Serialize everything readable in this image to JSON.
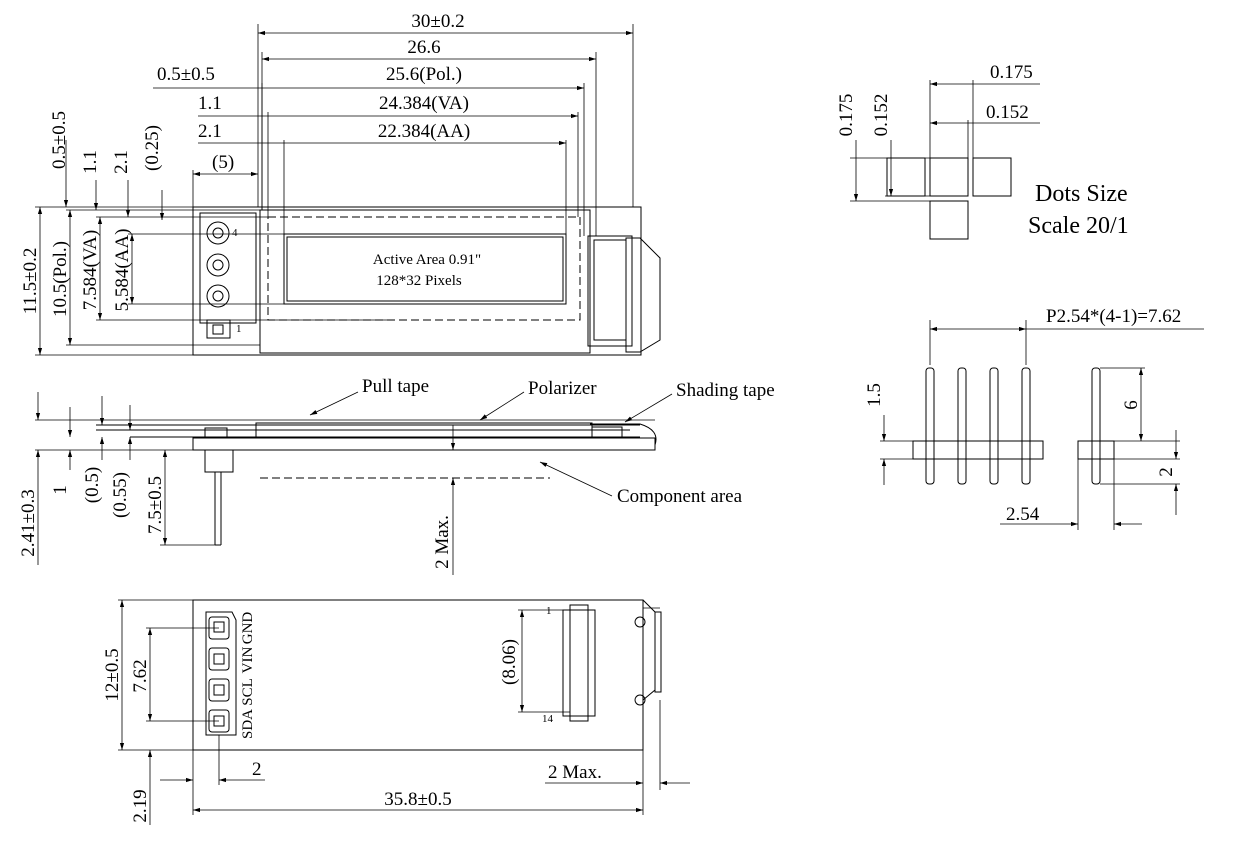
{
  "front_view": {
    "dim_width_total": "30±0.2",
    "dim_26_6": "26.6",
    "dim_pol_width": "25.6(Pol.)",
    "dim_va_width": "24.384(VA)",
    "dim_aa_width": "22.384(AA)",
    "dim_left_offset_pol": "0.5±0.5",
    "dim_left_offset_va": "1.1",
    "dim_left_offset_aa": "2.1",
    "dim_left_5": "(5)",
    "dim_top_offset_pol": "0.5±0.5",
    "dim_top_offset_va": "1.1",
    "dim_top_offset_aa": "2.1",
    "dim_top_025": "(0.25)",
    "dim_height_total": "11.5±0.2",
    "dim_height_pol": "10.5(Pol.)",
    "dim_height_va": "7.584(VA)",
    "dim_height_aa": "5.584(AA)",
    "active_area_line1": "Active Area 0.91\"",
    "active_area_line2": "128*32 Pixels",
    "pin_4": "4",
    "pin_1": "1"
  },
  "side_view": {
    "pull_tape": "Pull tape",
    "polarizer": "Polarizer",
    "shading_tape": "Shading tape",
    "component_area": "Component area",
    "dim_thickness": "2.41±0.3",
    "dim_1": "1",
    "dim_05": "(0.5)",
    "dim_055": "(0.55)",
    "dim_pin_len": "7.5±0.5",
    "dim_2max": "2 Max."
  },
  "back_view": {
    "dim_height": "12±0.5",
    "dim_pitch_total": "7.62",
    "dim_fpc": "(8.06)",
    "fpc_pin_1": "1",
    "fpc_pin_14": "14",
    "pin_labels": [
      "GND",
      "VIN",
      "SCL",
      "SDA"
    ],
    "dim_2": "2",
    "dim_2max": "2 Max.",
    "dim_219": "2.19",
    "dim_length": "35.8±0.5"
  },
  "dots": {
    "dim_0175_h": "0.175",
    "dim_0152_h": "0.152",
    "dim_0175_v": "0.175",
    "dim_0152_v": "0.152",
    "title_line1": "Dots Size",
    "title_line2": "Scale  20/1"
  },
  "header_pin": {
    "pitch": "P2.54*(4-1)=7.62",
    "dim_15": "1.5",
    "dim_6": "6",
    "dim_2": "2",
    "dim_254": "2.54"
  }
}
